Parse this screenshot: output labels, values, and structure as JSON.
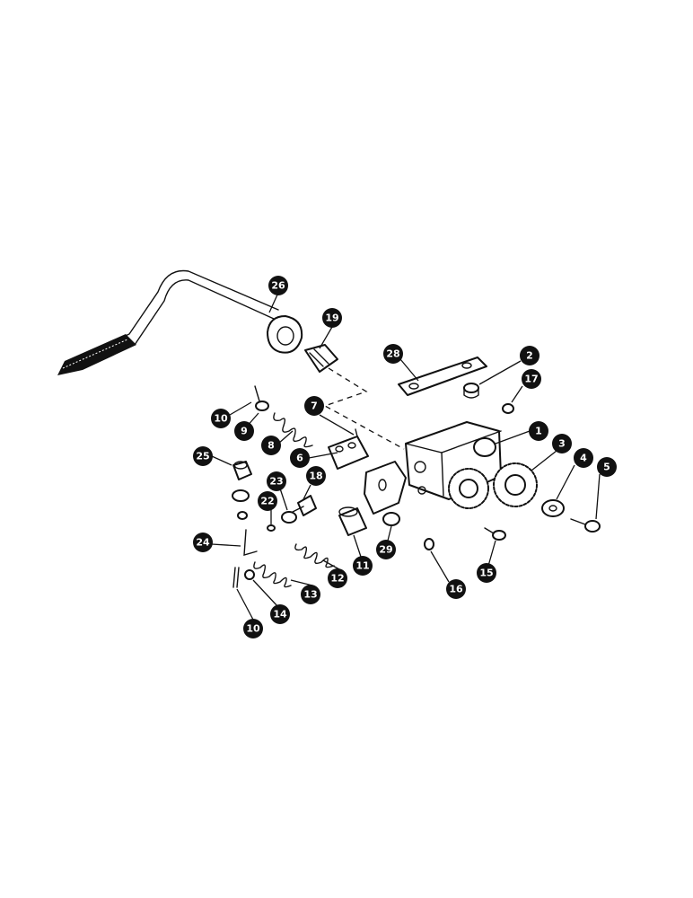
{
  "callouts": [
    {
      "id": "c26",
      "label": "26"
    },
    {
      "id": "c19",
      "label": "19"
    },
    {
      "id": "c28",
      "label": "28"
    },
    {
      "id": "c2",
      "label": "2"
    },
    {
      "id": "c17",
      "label": "17"
    },
    {
      "id": "c10a",
      "label": "10"
    },
    {
      "id": "c7",
      "label": "7"
    },
    {
      "id": "c9",
      "label": "9"
    },
    {
      "id": "c8",
      "label": "8"
    },
    {
      "id": "c1",
      "label": "1"
    },
    {
      "id": "c3",
      "label": "3"
    },
    {
      "id": "c4",
      "label": "4"
    },
    {
      "id": "c5",
      "label": "5"
    },
    {
      "id": "c25",
      "label": "25"
    },
    {
      "id": "c6",
      "label": "6"
    },
    {
      "id": "c18",
      "label": "18"
    },
    {
      "id": "c23",
      "label": "23"
    },
    {
      "id": "c22",
      "label": "22"
    },
    {
      "id": "c24",
      "label": "24"
    },
    {
      "id": "c29",
      "label": "29"
    },
    {
      "id": "c11",
      "label": "11"
    },
    {
      "id": "c12",
      "label": "12"
    },
    {
      "id": "c15",
      "label": "15"
    },
    {
      "id": "c16",
      "label": "16"
    },
    {
      "id": "c13",
      "label": "13"
    },
    {
      "id": "c14",
      "label": "14"
    },
    {
      "id": "c10b",
      "label": "10"
    }
  ]
}
